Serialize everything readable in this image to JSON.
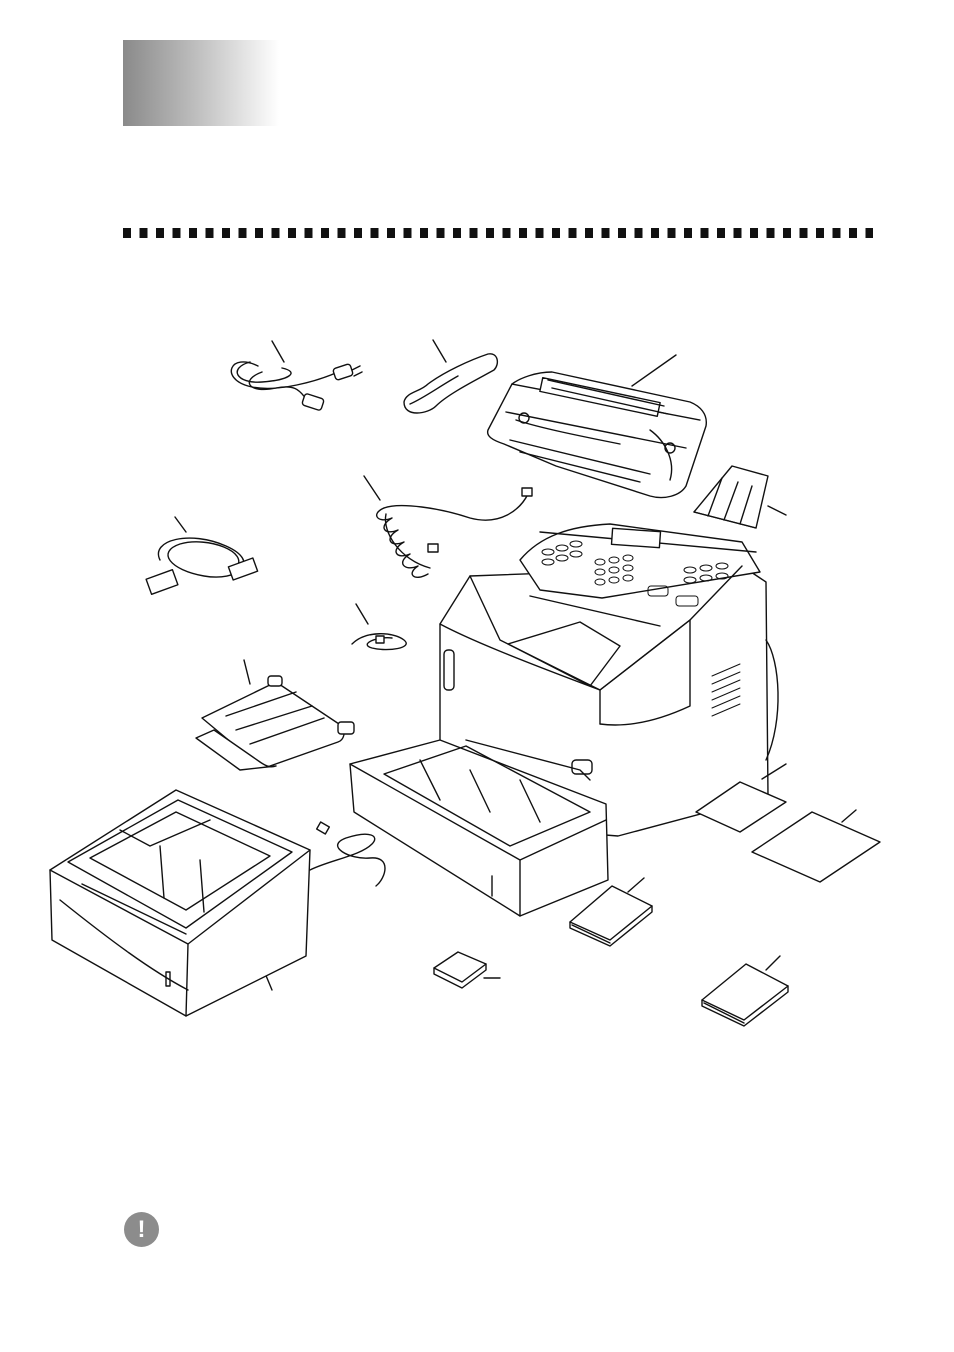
{
  "page": {
    "note_icon_glyph": "!"
  },
  "illustration": {
    "parts": [
      "power-cord",
      "handset",
      "drum-unit",
      "paper-support-extension",
      "handset-curled-cord",
      "interface-cable",
      "telephone-line-cord",
      "output-paper-tray",
      "fax-machine-with-paper-tray",
      "lower-tray-unit",
      "manual-sheet-1",
      "manual-sheet-2",
      "booklet-1",
      "cd-rom",
      "booklet-2"
    ]
  }
}
